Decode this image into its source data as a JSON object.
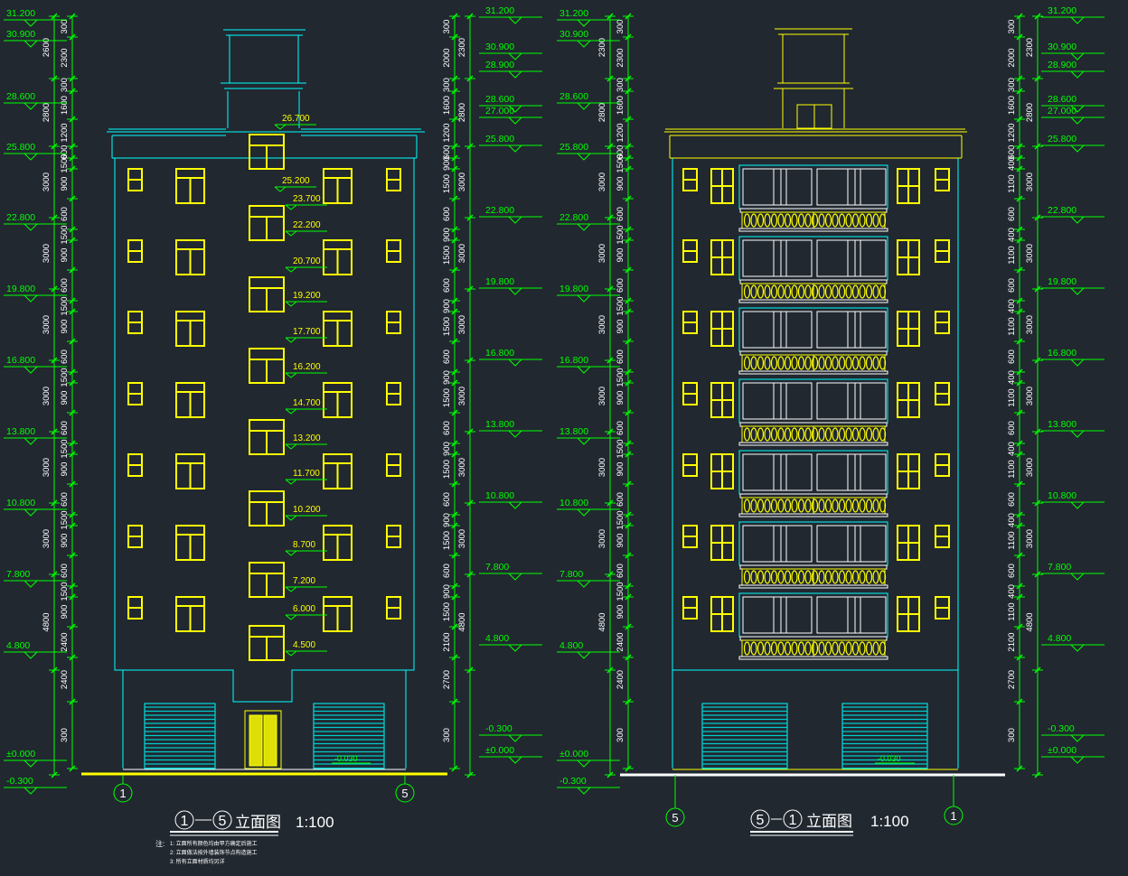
{
  "colors": {
    "background": "#212830",
    "dimension": "#00ff00",
    "outline": "#00ffff",
    "window": "#ffff00",
    "label": "#ffffff"
  },
  "left_elevation": {
    "title_from": "1",
    "title_to": "5",
    "title_suffix": "立面图",
    "scale": "1:100",
    "axis_labels": [
      "1",
      "5"
    ],
    "notes_prefix": "注:",
    "notes": [
      "1: 立面所有颜色均由甲方确定后施工",
      "2: 立面做法按外墙装饰节点构造施工",
      "3: 所有立面材质均另详"
    ],
    "stair_levels": [
      "26.700",
      "25.200",
      "23.700",
      "22.200",
      "20.700",
      "19.200",
      "17.700",
      "16.200",
      "14.700",
      "13.200",
      "11.700",
      "10.200",
      "8.700",
      "7.200",
      "6.000",
      "4.500"
    ],
    "entrance_level": "-0.030"
  },
  "right_elevation": {
    "title_from": "5",
    "title_to": "1",
    "title_suffix": "立面图",
    "scale": "1:100",
    "axis_labels": [
      "5",
      "1"
    ],
    "entrance_level": "-0.030"
  },
  "outer_levels": [
    "31.200",
    "30.900",
    "28.600",
    "25.800",
    "22.800",
    "19.800",
    "16.800",
    "13.800",
    "10.800",
    "7.800",
    "4.800",
    "±0.000",
    "-0.300"
  ],
  "right_levels": [
    "31.200",
    "30.900",
    "28.900",
    "28.600",
    "27.000",
    "25.800",
    "22.800",
    "19.800",
    "16.800",
    "13.800",
    "10.800",
    "7.800",
    "4.800",
    "-0.300",
    "±0.000"
  ],
  "dims_inner_left": [
    "300",
    "2300",
    "300",
    "1600",
    "1200",
    "600",
    "1500",
    "900",
    "600",
    "1500",
    "900",
    "600",
    "1500",
    "900",
    "600",
    "1500",
    "900",
    "600",
    "1500",
    "900",
    "600",
    "1500",
    "900",
    "600",
    "1500",
    "900",
    "2400",
    "2400",
    "300"
  ],
  "dims_outer_left": [
    "2600",
    "2800",
    "3000",
    "3000",
    "3000",
    "3000",
    "3000",
    "3000",
    "4800"
  ],
  "dims_inner_mid": [
    "300",
    "2000",
    "300",
    "1600",
    "1200",
    "600",
    "900",
    "1500",
    "600",
    "900",
    "1500",
    "600",
    "900",
    "1500",
    "600",
    "900",
    "1500",
    "600",
    "900",
    "1500",
    "600",
    "900",
    "1500",
    "600",
    "900",
    "1500",
    "2100",
    "2700",
    "300"
  ],
  "dims_outer_mid": [
    "2300",
    "2800",
    "3000",
    "3000",
    "3000",
    "3000",
    "3000",
    "3000",
    "4800"
  ],
  "dims_inner_far": [
    "300",
    "2000",
    "300",
    "1600",
    "1200",
    "600",
    "400",
    "1100",
    "600",
    "400",
    "1100",
    "600",
    "400",
    "1100",
    "600",
    "400",
    "1100",
    "600",
    "400",
    "1100",
    "600",
    "400",
    "1100",
    "600",
    "400",
    "1100",
    "2100",
    "2700",
    "300"
  ],
  "dims_outer_far": [
    "2300",
    "2800",
    "3000",
    "3000",
    "3000",
    "3000",
    "3000",
    "3000",
    "4800"
  ]
}
